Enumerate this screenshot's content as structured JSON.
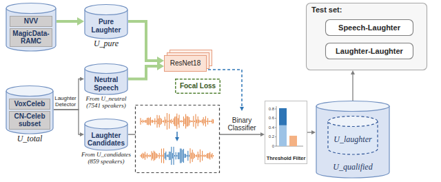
{
  "diagram": {
    "nodes": [
      {
        "text": [
          "NVV",
          "MagicData-RAMC"
        ]
      },
      {
        "text": [
          "Pure Laughter",
          "U_pure"
        ]
      },
      {
        "text": [
          "VoxCeleb",
          "CN-Celeb subset",
          "U_total"
        ]
      },
      {
        "text": [
          "Neutral Speech",
          "From U_neutral (7541 speakers)"
        ]
      },
      {
        "text": [
          "Laughter Candidates",
          "From U_candidates (859 speakers)"
        ]
      },
      {
        "text": [
          "ResNet18"
        ]
      },
      {
        "text": [
          "Focal Loss"
        ]
      },
      {
        "text": [
          "Threshold Filter"
        ]
      },
      {
        "text": [
          "U_qualified"
        ]
      },
      {
        "text": [
          "U_laughter"
        ],
        "in": 8
      },
      {
        "text": [
          "Test set:"
        ]
      },
      {
        "text": [
          "Speech-Laughter"
        ],
        "in": 10
      },
      {
        "text": [
          "Laughter-Laughter"
        ],
        "in": 10
      }
    ],
    "edges": [
      {
        "from": 0,
        "to": 1,
        "arrow": "to"
      },
      {
        "from": 2,
        "to": 3,
        "arrow": "to",
        "label": "Laughter Detector"
      },
      {
        "from": 2,
        "to": 4,
        "arrow": "to"
      },
      {
        "from": 1,
        "to": 5,
        "arrow": "to"
      },
      {
        "from": 3,
        "to": 5,
        "arrow": "to"
      },
      {
        "from": 4,
        "to": 7,
        "arrow": "to",
        "label": "Binary Classifier"
      },
      {
        "from": 7,
        "to": 8,
        "arrow": "to"
      },
      {
        "from": 8,
        "to": 10,
        "arrow": "to"
      }
    ],
    "labels": [
      "0.8",
      "0.6",
      "0.4",
      "0.2",
      "0"
    ]
  }
}
